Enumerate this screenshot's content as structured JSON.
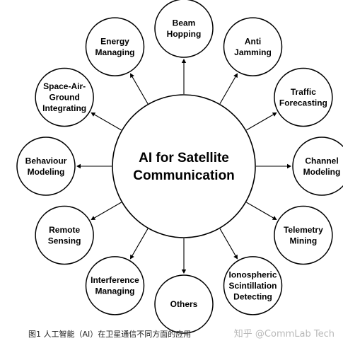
{
  "center": {
    "lines": [
      "AI for Satellite",
      "Communication"
    ]
  },
  "nodes": [
    {
      "id": "beam-hopping",
      "lines": [
        "Beam",
        "Hopping"
      ]
    },
    {
      "id": "anti-jamming",
      "lines": [
        "Anti",
        "Jamming"
      ]
    },
    {
      "id": "traffic-forecasting",
      "lines": [
        "Traffic",
        "Forecasting"
      ]
    },
    {
      "id": "channel-modeling",
      "lines": [
        "Channel",
        "Modeling"
      ]
    },
    {
      "id": "telemetry-mining",
      "lines": [
        "Telemetry",
        "Mining"
      ]
    },
    {
      "id": "ionospheric-scintillation-detecting",
      "lines": [
        "Ionospheric",
        "Scintillation",
        "Detecting"
      ]
    },
    {
      "id": "others",
      "lines": [
        "Others"
      ]
    },
    {
      "id": "interference-managing",
      "lines": [
        "Interference",
        "Managing"
      ]
    },
    {
      "id": "remote-sensing",
      "lines": [
        "Remote",
        "Sensing"
      ]
    },
    {
      "id": "behaviour-modeling",
      "lines": [
        "Behaviour",
        "Modeling"
      ]
    },
    {
      "id": "space-air-ground-integrating",
      "lines": [
        "Space-Air-",
        "Ground",
        "Integrating"
      ]
    },
    {
      "id": "energy-managing",
      "lines": [
        "Energy",
        "Managing"
      ]
    }
  ],
  "caption": "图1 人工智能（AI）在卫星通信不同方面的应用",
  "watermark": "知乎 @CommLab Tech"
}
